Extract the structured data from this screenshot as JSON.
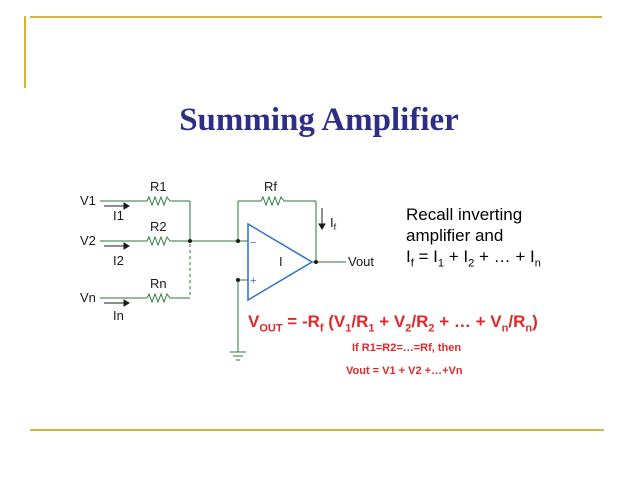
{
  "slide": {
    "title": "Summing Amplifier",
    "accent_color": "#d4b43a",
    "title_color": "#2e2e86",
    "formula_color": "#e02828"
  },
  "circuit": {
    "labels": {
      "v1": "V1",
      "v2": "V2",
      "vn": "Vn",
      "r1": "R1",
      "r2": "R2",
      "rn": "Rn",
      "rf": "Rf",
      "i1": "I1",
      "i2": "I2",
      "in": "In",
      "i_amp": "I",
      "if_main": "I",
      "if_sub": "f",
      "vout": "Vout",
      "minus": "−",
      "plus": "+"
    },
    "line_color": "#2a7a3a",
    "label_color": "#1a1a1a"
  },
  "recall": {
    "line1": "Recall inverting",
    "line2": "amplifier and",
    "eq": {
      "i": "I",
      "f": "f",
      "eq": " = ",
      "s1": "1",
      "plus": " + ",
      "s2": "2",
      "dots": " + … + ",
      "n": "n"
    }
  },
  "formula": {
    "v": "V",
    "out_sub": "OUT",
    "eq": " = -R",
    "f_sub": "f",
    "open": " (V",
    "s1": "1",
    "slash": "/R",
    "plus": " + V",
    "s2": "2",
    "dots": " + … + V",
    "n": "n",
    "close": ")"
  },
  "condition": "If R1=R2=…=Rf, then",
  "result": "Vout = V1 + V2 +…+Vn"
}
